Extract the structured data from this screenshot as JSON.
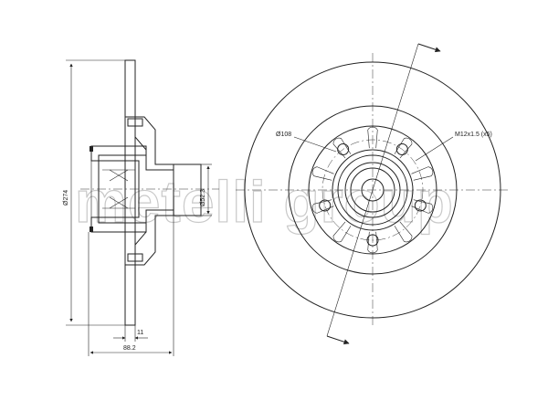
{
  "watermark": {
    "text": "metelli group"
  },
  "side_view": {
    "dim_outer_diameter": "Ø274",
    "dim_hub_diameter": "Ø52.3",
    "dim_width": "88.2",
    "dim_thickness": "11"
  },
  "front_view": {
    "dim_pcd": "Ø108",
    "dim_thread": "M12x1.5 (x5)"
  }
}
